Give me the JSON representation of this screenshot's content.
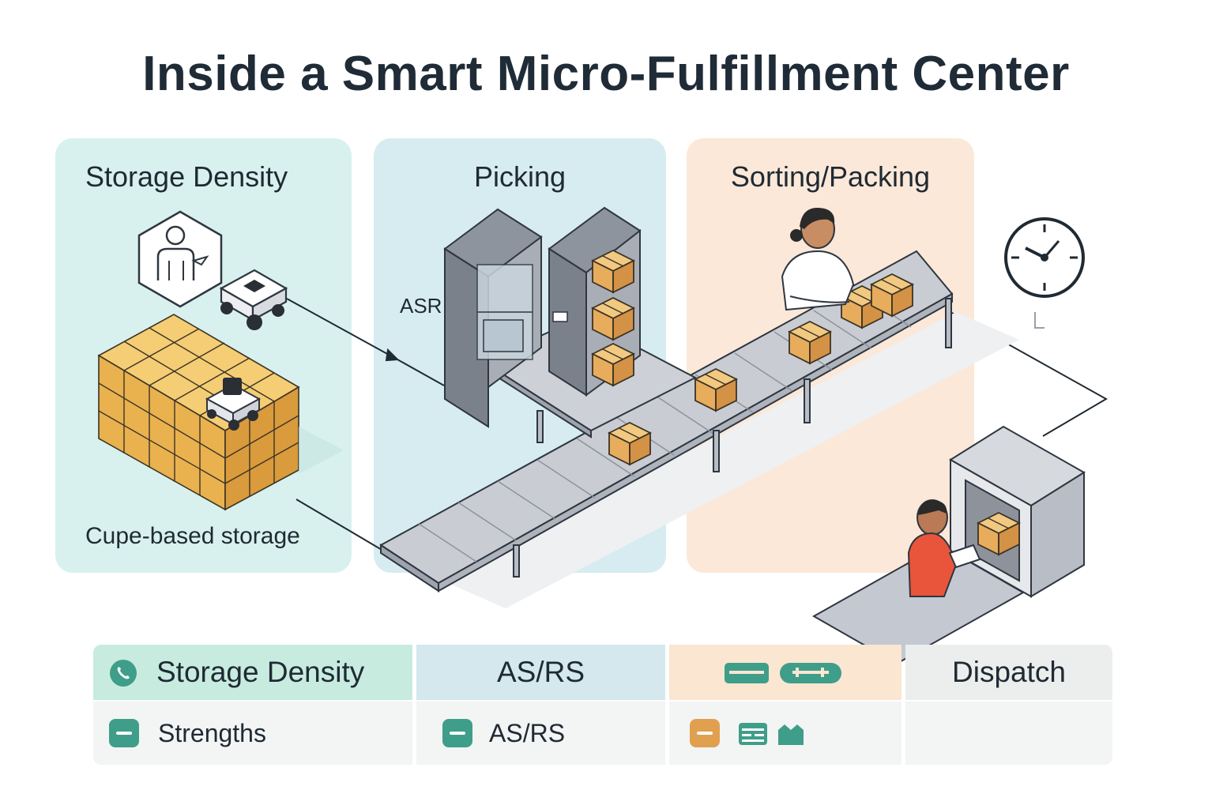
{
  "title": "Inside a Smart Micro-Fulfillment Center",
  "zones": {
    "storage": {
      "title": "Storage Density",
      "caption": "Cupe-based storage"
    },
    "picking": {
      "title": "Picking",
      "label": "ASR"
    },
    "sorting": {
      "title": "Sorting/Packing"
    }
  },
  "table": {
    "headers": [
      "Storage Density",
      "AS/RS",
      "",
      "Dispatch"
    ],
    "rows": [
      "Strengths",
      "AS/RS",
      "",
      ""
    ]
  },
  "colors": {
    "storage_zone": "#d8f1ee",
    "picking_zone": "#d7ecf1",
    "sorting_zone": "#fbe8d8",
    "box": "#eab75a",
    "conveyor": "#c4c8d0",
    "worker_shirt": "#e8553b",
    "accent_green": "#3f9e89",
    "accent_orange": "#e0a04f"
  },
  "icons": [
    "user-hexagon-icon",
    "robot-icon",
    "clock-icon",
    "phone-icon",
    "minus-icon",
    "card-icon",
    "device-icon"
  ]
}
